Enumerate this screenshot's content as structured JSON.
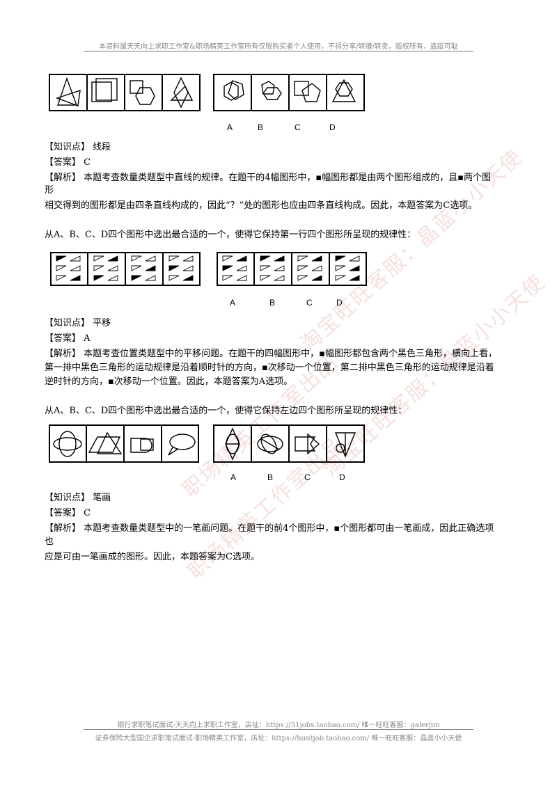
{
  "header": {
    "top_notice": "本资料属天天向上求职工作室&职场精英工作室所有仅限购买者个人使用，不得分享/转赠/转卖，版权所有，盗版可耻"
  },
  "footer": {
    "line1": "银行求职笔试面试-天天向上求职工作室，店址：https://51jobs.taobao.com/ 唯一旺旺客服：galerjim",
    "line2": "证券保险大型国企求职笔试面试-职场精英工作室，店址：https://huntjob.taobao.com/ 唯一旺旺客服：晶蓝小小天使"
  },
  "option_labels": [
    "A",
    "B",
    "C",
    "D"
  ],
  "questions": [
    {
      "prompt": "",
      "knowledge": "【知识点】 线段",
      "answer": "【答案】 C",
      "analysis_lines": [
        "【解析】 本题考查数量类题型中直线的规律。在题干的4幅图形中，▪幅图形都是由两个图形组成的，且▪两个图",
        "形",
        "相交得到的图形都是由四条直线构成的，因此“？”处的图形也应由四条直线构成。因此，本题答案为C选项。"
      ]
    },
    {
      "prompt": "从A、B、C、D四个图形中选出最合适的一个，使得它保持第一行四个图形所呈现的规律性：",
      "knowledge": "【知识点】 平移",
      "answer": "【答案】 A",
      "analysis_lines": [
        "【解析】 本题考查位置类题型中的平移问题。在题干的四幅图形中，▪幅图形都包含两个黑色三角形，横向上看，",
        "第一排中黑色三角形的运动规律是沿着顺时针的方向，▪次移动一个位置，第二排中黑色三角形的运动规律是沿着",
        "逆时针的方向，▪次移动一个位置。因此，本题答案为A选项。"
      ]
    },
    {
      "prompt": "从A、B、C、D四个图形中选出最合适的一个，使得它保持左边四个图形所呈现的规律性：",
      "knowledge": "【知识点】 笔画",
      "answer": "【答案】 C",
      "analysis_lines": [
        "【解析】 本题考查数量类题型中的一笔画问题。在题干的前4个图形中，▪个图形都可由一笔画成，因此正确选项",
        "也",
        "应是可由一笔画成的图形。因此，本题答案为C选项。"
      ]
    }
  ],
  "watermarks": [
    "职场精英工作室出品",
    "淘宝旺旺客服：晶蓝小小天使",
    "职场精英工作室出品",
    "淘宝旺旺客服：晶蓝小小天使"
  ]
}
